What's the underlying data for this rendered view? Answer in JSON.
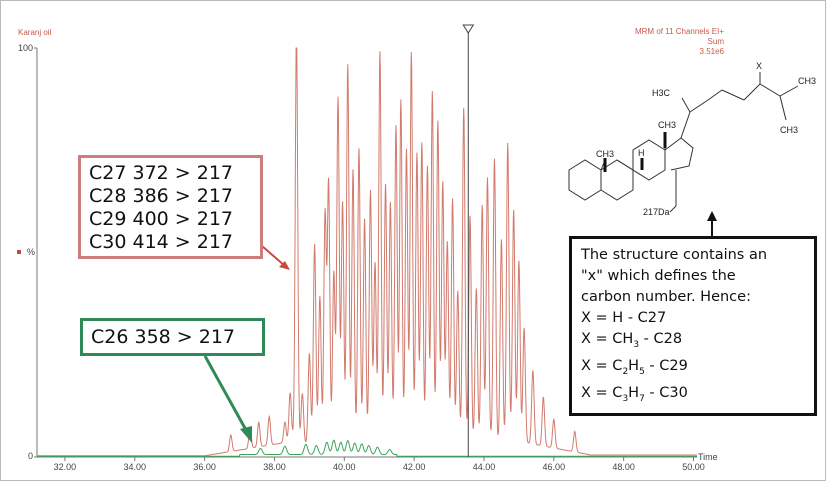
{
  "chart_data": {
    "type": "line",
    "title": "Karanj oil",
    "header_lines": [
      "MRM of 11 Channels EI+",
      "Sum",
      "3.51e6"
    ],
    "xlabel": "Time",
    "ylabel": "%",
    "xlim": [
      31.2,
      50.1
    ],
    "ylim": [
      0,
      100
    ],
    "x_ticks": [
      32.0,
      34.0,
      36.0,
      38.0,
      40.0,
      42.0,
      44.0,
      46.0,
      48.0,
      50.0
    ],
    "x_tick_labels": [
      "32.00",
      "34.00",
      "36.00",
      "38.00",
      "40.00",
      "42.00",
      "44.00",
      "46.00",
      "48.00",
      "50.00"
    ],
    "y_tick_labels": [
      "0",
      "100"
    ],
    "marker_time": 43.55,
    "series": [
      {
        "name": "C27 372 > 217 / C28 386 > 217 / C29 400 > 217 / C30 414 > 217",
        "color": "#d27a6c",
        "peaks": [
          [
            36.75,
            4
          ],
          [
            37.3,
            5
          ],
          [
            37.55,
            6
          ],
          [
            37.85,
            7
          ],
          [
            38.3,
            5
          ],
          [
            38.45,
            12
          ],
          [
            38.63,
            100
          ],
          [
            38.8,
            12
          ],
          [
            39.0,
            22
          ],
          [
            39.15,
            48
          ],
          [
            39.3,
            35
          ],
          [
            39.45,
            56
          ],
          [
            39.55,
            64
          ],
          [
            39.7,
            42
          ],
          [
            39.82,
            84
          ],
          [
            39.95,
            58
          ],
          [
            40.1,
            92
          ],
          [
            40.25,
            67
          ],
          [
            40.42,
            72
          ],
          [
            40.58,
            54
          ],
          [
            40.75,
            61
          ],
          [
            40.88,
            44
          ],
          [
            41.02,
            96
          ],
          [
            41.18,
            63
          ],
          [
            41.32,
            58
          ],
          [
            41.48,
            77
          ],
          [
            41.62,
            84
          ],
          [
            41.78,
            72
          ],
          [
            41.92,
            95
          ],
          [
            42.08,
            70
          ],
          [
            42.22,
            73
          ],
          [
            42.38,
            68
          ],
          [
            42.52,
            86
          ],
          [
            42.68,
            78
          ],
          [
            42.82,
            63
          ],
          [
            42.95,
            49
          ],
          [
            43.1,
            60
          ],
          [
            43.25,
            37
          ],
          [
            43.42,
            81
          ],
          [
            43.6,
            55
          ],
          [
            43.78,
            38
          ],
          [
            43.95,
            58
          ],
          [
            44.1,
            64
          ],
          [
            44.3,
            69
          ],
          [
            44.5,
            50
          ],
          [
            44.68,
            73
          ],
          [
            44.85,
            56
          ],
          [
            45.0,
            44
          ],
          [
            45.15,
            28
          ],
          [
            45.4,
            18
          ],
          [
            45.7,
            12
          ],
          [
            46.0,
            7
          ],
          [
            46.6,
            5
          ]
        ]
      },
      {
        "name": "C26 358 > 217",
        "color": "#3aa55a",
        "peaks": [
          [
            37.6,
            1.5
          ],
          [
            38.3,
            2
          ],
          [
            38.9,
            2.5
          ],
          [
            39.2,
            2.2
          ],
          [
            39.5,
            3
          ],
          [
            39.7,
            3.5
          ],
          [
            39.9,
            3
          ],
          [
            40.1,
            3.4
          ],
          [
            40.3,
            2.8
          ],
          [
            40.5,
            2.6
          ],
          [
            40.7,
            2.2
          ],
          [
            40.95,
            1.8
          ],
          [
            41.3,
            1.2
          ]
        ]
      }
    ]
  },
  "callouts": {
    "red_lines": [
      "C27 372 > 217",
      "C28 386 > 217",
      "C29 400 > 217",
      "C30 414 > 217"
    ],
    "green_line": "C26 358 > 217",
    "box_lines": [
      "The structure contains an",
      "\"x\" which defines the",
      "carbon number.  Hence:",
      "X = H - C27"
    ],
    "x_ch3": {
      "a": "X = CH",
      "b": "3",
      "c": " - C28"
    },
    "x_c2h5": {
      "a": "X = C",
      "b": "2",
      "c": "H",
      "d": "5",
      "e": " - C29"
    },
    "x_c3h7": {
      "a": "X = C",
      "b": "3",
      "c": "H",
      "d": "7",
      "e": " - C30"
    }
  },
  "molecule": {
    "labels": [
      "X",
      "H3C",
      "CH3",
      "CH3",
      "CH3",
      "CH3",
      "H",
      "217Da"
    ]
  }
}
